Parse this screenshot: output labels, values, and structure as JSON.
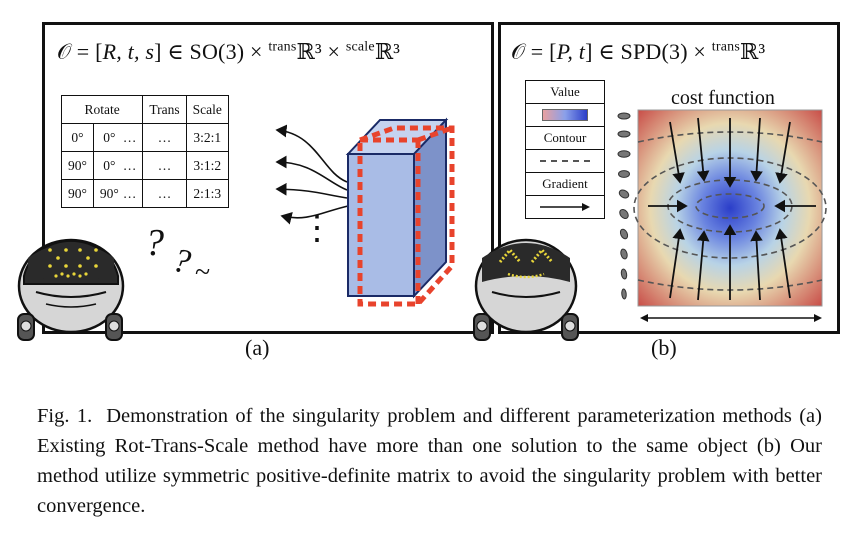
{
  "panel_a": {
    "formula_lhs": "𝒪 = [",
    "formula_vars": "R, t, s",
    "formula_mid": "] ∈ SO(3) × ",
    "formula_sup1": "trans",
    "formula_r1": "ℝ³ × ",
    "formula_sup2": "scale",
    "formula_r2": "ℝ³",
    "table": {
      "headers": [
        "Rotate",
        "Trans",
        "Scale"
      ],
      "rows": [
        {
          "rot1": "0°",
          "rot2": "0°",
          "rot_more": "…",
          "trans": "…",
          "scale": "3:2:1"
        },
        {
          "rot1": "90°",
          "rot2": "0°",
          "rot_more": "…",
          "trans": "…",
          "scale": "3:1:2"
        },
        {
          "rot1": "90°",
          "rot2": "90°",
          "rot_more": "…",
          "trans": "…",
          "scale": "2:1:3"
        }
      ]
    },
    "question_marks": "?",
    "vertical_dots": "⋮",
    "label": "(a)"
  },
  "panel_b": {
    "formula_lhs": "𝒪 = [",
    "formula_vars": "P, t",
    "formula_mid": "] ∈ SPD(3) × ",
    "formula_sup1": "trans",
    "formula_r1": "ℝ³",
    "legend": {
      "value_label": "Value",
      "contour_label": "Contour",
      "gradient_label": "Gradient"
    },
    "cost_function_title": "cost function",
    "label": "(b)"
  },
  "caption": {
    "label": "Fig. 1.",
    "text": "Demonstration of the singularity problem and different parameterization methods (a) Existing Rot-Trans-Scale method have more than one solution to the same object (b) Our method utilize symmetric positive-definite matrix to avoid the singularity problem with better convergence."
  },
  "colors": {
    "box_fill": "#a9bce6",
    "box_edge": "#1a2a66",
    "dashed_red": "#e8432c",
    "robot_face": "#2a2a2a",
    "robot_led": "#e8d63a",
    "cost_low": "#2b3ec9",
    "cost_high": "#c9504a"
  }
}
